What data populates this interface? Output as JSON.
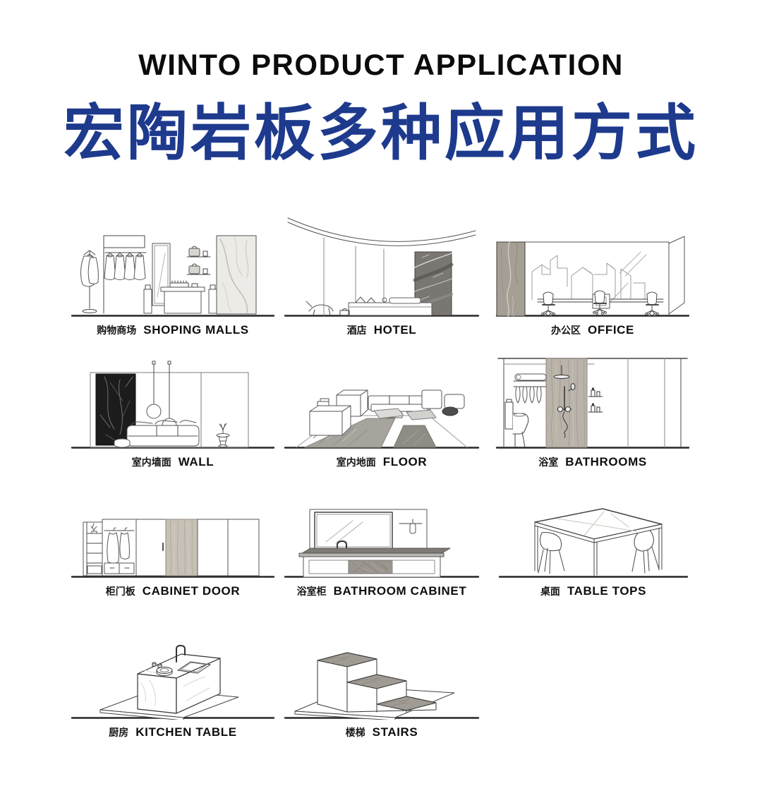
{
  "header": {
    "title_en": "WINTO PRODUCT APPLICATION",
    "title_zh": "宏陶岩板多种应用方式",
    "accent_color": "#1e3a8d",
    "text_color": "#0c0c0c",
    "background_color": "#ffffff"
  },
  "applications": [
    {
      "zh": "购物商场",
      "en": "SHOPING MALLS"
    },
    {
      "zh": "酒店",
      "en": "HOTEL"
    },
    {
      "zh": "办公区",
      "en": "OFFICE"
    },
    {
      "zh": "室内墙面",
      "en": "WALL"
    },
    {
      "zh": "室内地面",
      "en": "FLOOR"
    },
    {
      "zh": "浴室",
      "en": "BATHROOMS"
    },
    {
      "zh": "柜门板",
      "en": "CABINET DOOR"
    },
    {
      "zh": "浴室柜",
      "en": "BATHROOM CABINET"
    },
    {
      "zh": "桌面",
      "en": "TABLE TOPS"
    },
    {
      "zh": "厨房",
      "en": "KITCHEN TABLE"
    },
    {
      "zh": "楼梯",
      "en": "STAIRS"
    }
  ]
}
